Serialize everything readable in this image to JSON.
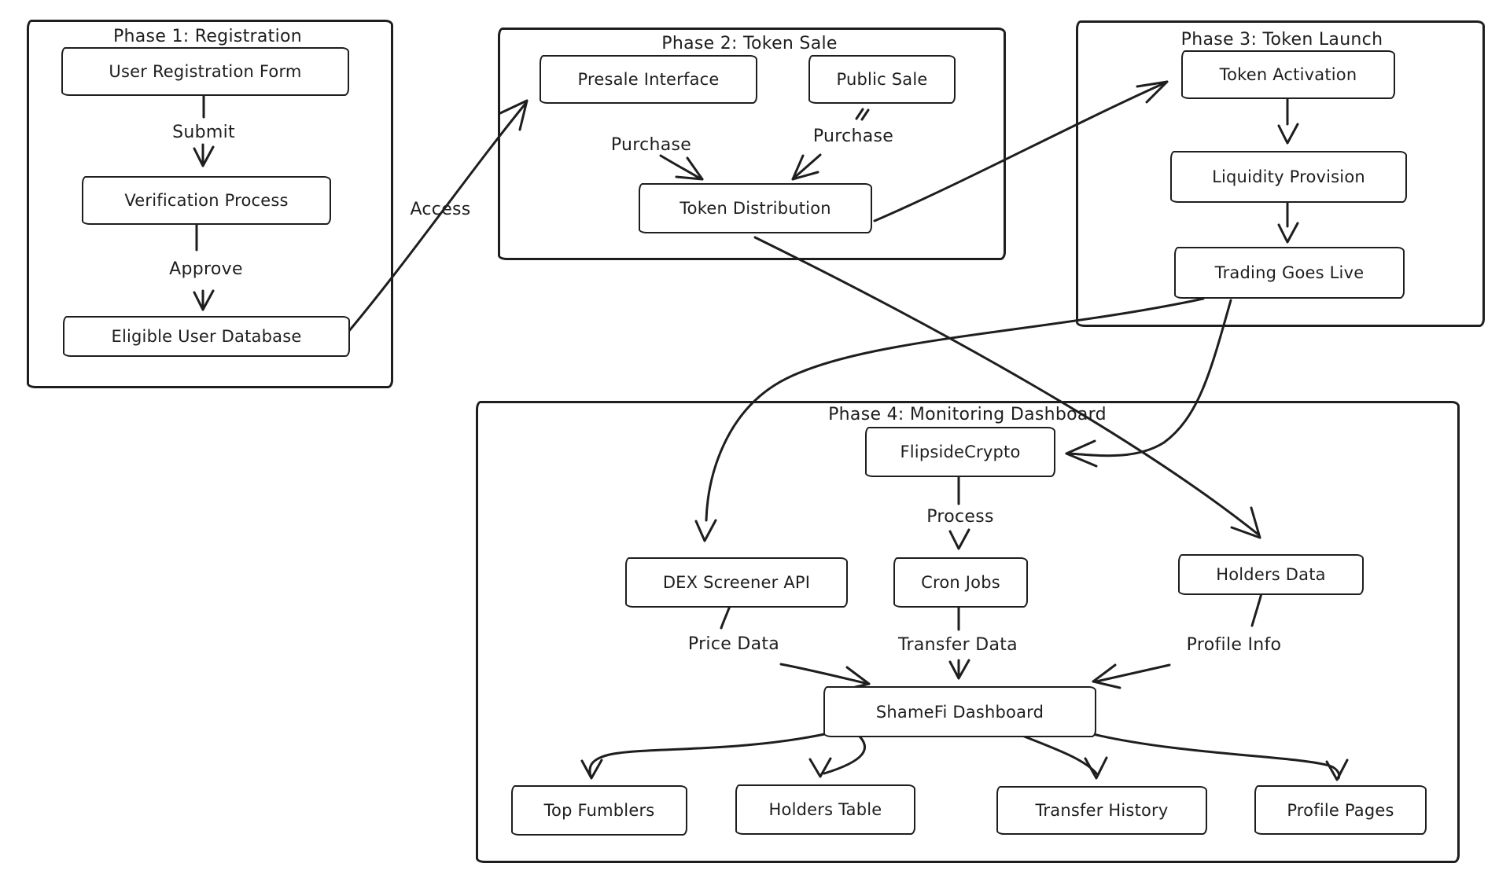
{
  "colors": {
    "stroke": "#1e1e1e",
    "background": "#ffffff"
  },
  "phases": {
    "p1": {
      "title": "Phase 1: Registration"
    },
    "p2": {
      "title": "Phase 2: Token Sale"
    },
    "p3": {
      "title": "Phase 3: Token Launch"
    },
    "p4": {
      "title": "Phase 4: Monitoring Dashboard"
    }
  },
  "nodes": {
    "user_registration_form": "User Registration Form",
    "verification_process": "Verification Process",
    "eligible_user_database": "Eligible User Database",
    "presale_interface": "Presale Interface",
    "public_sale": "Public Sale",
    "token_distribution": "Token Distribution",
    "token_activation": "Token Activation",
    "liquidity_provision": "Liquidity Provision",
    "trading_goes_live": "Trading Goes Live",
    "flipsidecrypto": "FlipsideCrypto",
    "dex_screener_api": "DEX Screener API",
    "cron_jobs": "Cron Jobs",
    "holders_data": "Holders Data",
    "shamefi_dashboard": "ShameFi Dashboard",
    "top_fumblers": "Top Fumblers",
    "holders_table": "Holders Table",
    "transfer_history": "Transfer History",
    "profile_pages": "Profile Pages"
  },
  "edge_labels": {
    "submit": "Submit",
    "approve": "Approve",
    "access": "Access",
    "purchase_presale": "Purchase",
    "purchase_public": "Purchase",
    "process": "Process",
    "price_data": "Price Data",
    "transfer_data": "Transfer Data",
    "profile_info": "Profile Info"
  }
}
